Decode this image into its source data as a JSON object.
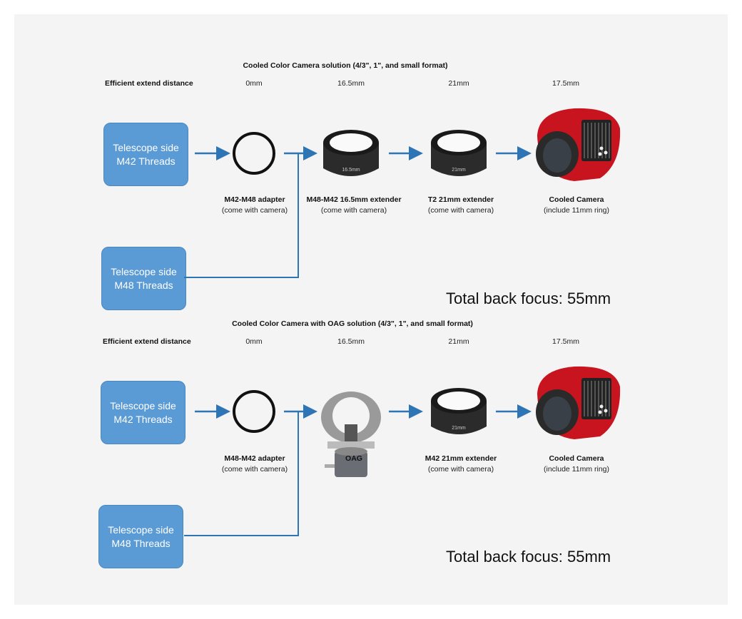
{
  "colors": {
    "box": "#5b9bd5",
    "arrow": "#2e75b6",
    "camera": "#c8141e"
  },
  "sections": [
    {
      "title": "Cooled Color Camera solution (4/3\", 1\", and small format)",
      "header": "Efficient extend distance",
      "distances": [
        "0mm",
        "16.5mm",
        "21mm",
        "17.5mm"
      ],
      "box_top": {
        "line1": "Telescope side",
        "line2": "M42 Threads"
      },
      "box_bottom": {
        "line1": "Telescope side",
        "line2": "M48 Threads"
      },
      "components": [
        {
          "icon": "adapter-ring-icon",
          "name": "M42-M48 adapter",
          "note": "(come with camera)"
        },
        {
          "icon": "extender-icon",
          "name": "M48-M42 16.5mm extender",
          "note": "(come with camera)",
          "engraving": "16.5mm"
        },
        {
          "icon": "extender-icon",
          "name": "T2 21mm extender",
          "note": "(come with camera)",
          "engraving": "21mm"
        },
        {
          "icon": "cooled-camera-icon",
          "name": "Cooled Camera",
          "note": "(include 11mm ring)"
        }
      ],
      "total": "Total back focus: 55mm"
    },
    {
      "title": "Cooled Color Camera with OAG solution (4/3\", 1\", and small format)",
      "header": "Efficient extend distance",
      "distances": [
        "0mm",
        "16.5mm",
        "21mm",
        "17.5mm"
      ],
      "box_top": {
        "line1": "Telescope side",
        "line2": "M42 Threads"
      },
      "box_bottom": {
        "line1": "Telescope side",
        "line2": "M48 Threads"
      },
      "components": [
        {
          "icon": "adapter-ring-icon",
          "name": "M48-M42 adapter",
          "note": "(come with camera)"
        },
        {
          "icon": "oag-icon",
          "name": "OAG",
          "note": ""
        },
        {
          "icon": "extender-icon",
          "name": "M42 21mm extender",
          "note": "(come with camera)",
          "engraving": "21mm"
        },
        {
          "icon": "cooled-camera-icon",
          "name": "Cooled Camera",
          "note": "(include 11mm ring)"
        }
      ],
      "total": "Total back focus: 55mm"
    }
  ]
}
